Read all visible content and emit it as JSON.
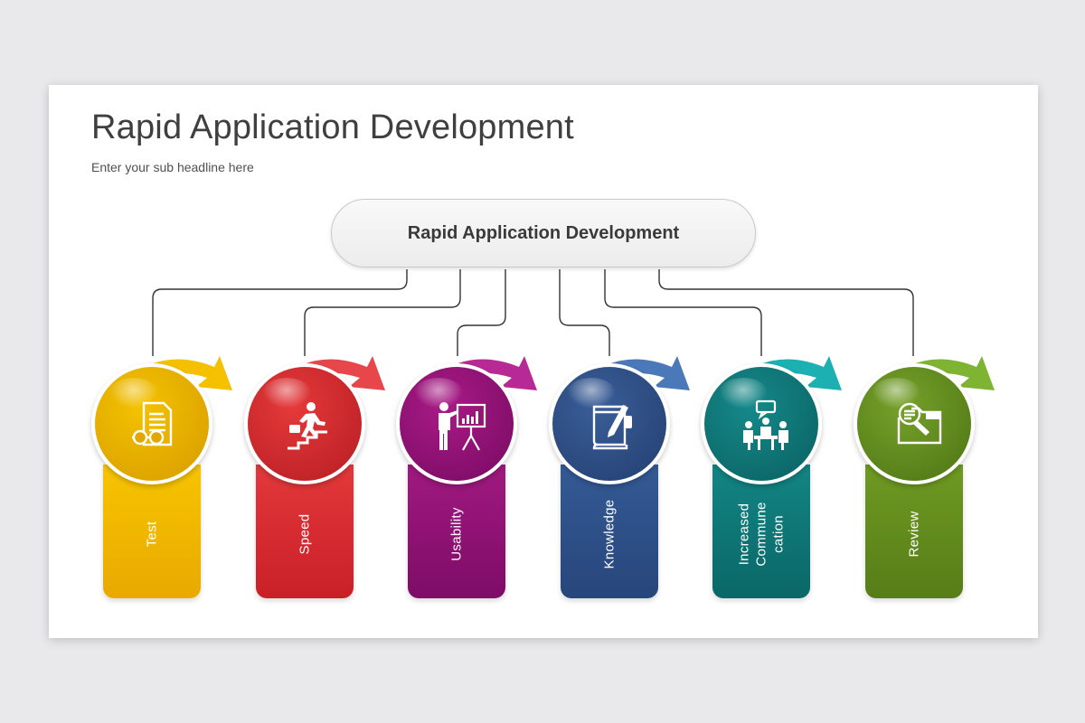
{
  "slide": {
    "title": "Rapid Application Development",
    "subtitle": "Enter your sub headline here"
  },
  "hub": {
    "label": "Rapid Application Development"
  },
  "steps": [
    {
      "label": "Test",
      "icon": "glasses-document-icon",
      "color": "#f0b400",
      "arrow_color": "#f4c000"
    },
    {
      "label": "Speed",
      "icon": "person-climbing-stairs-icon",
      "color": "#d62c30",
      "arrow_color": "#e7474a"
    },
    {
      "label": "Usability",
      "icon": "presentation-board-icon",
      "color": "#8e1274",
      "arrow_color": "#b72a95"
    },
    {
      "label": "Knowledge",
      "icon": "book-pen-icon",
      "color": "#2e5089",
      "arrow_color": "#4a78b8"
    },
    {
      "label": "Increased\nCommune\ncation",
      "icon": "meeting-icon",
      "color": "#0e7575",
      "arrow_color": "#1cb0b3"
    },
    {
      "label": "Review",
      "icon": "folder-search-icon",
      "color": "#62891d",
      "arrow_color": "#7fb332"
    }
  ]
}
